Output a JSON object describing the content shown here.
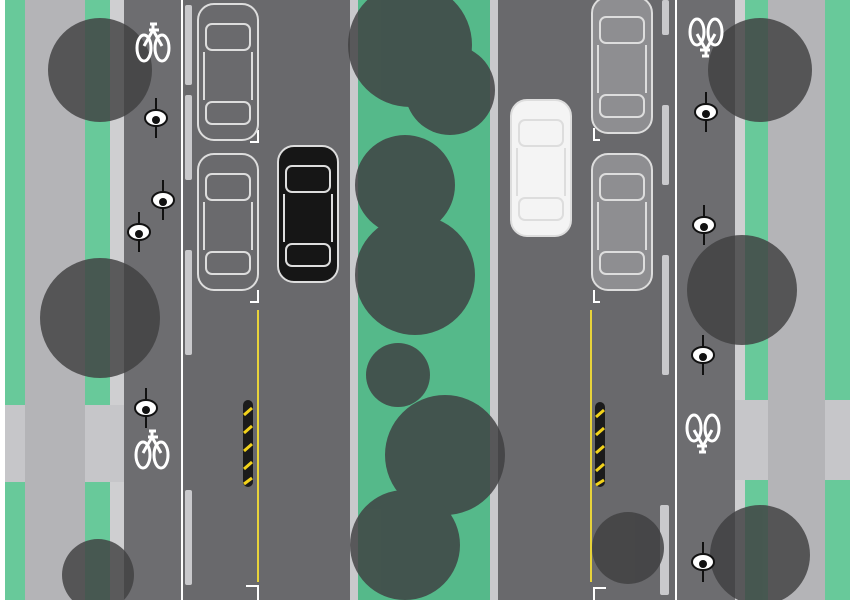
{
  "colors": {
    "planting_strip": "#68c99a",
    "median": "#55b98a",
    "sidewalk": "#b4b4b7",
    "buffer": "#cfcfd1",
    "roadway": "#69696c",
    "bike_lane": "#6d6d70",
    "center_line": "#e8d33a",
    "lane_line": "#ffffff",
    "tree_canopy": "#3f3f41",
    "bollard_stripe": "#f2d21b"
  },
  "icons": [
    "tree-canopy",
    "car",
    "cyclist",
    "bike-lane-symbol",
    "flexible-delineator",
    "curb-stop"
  ]
}
